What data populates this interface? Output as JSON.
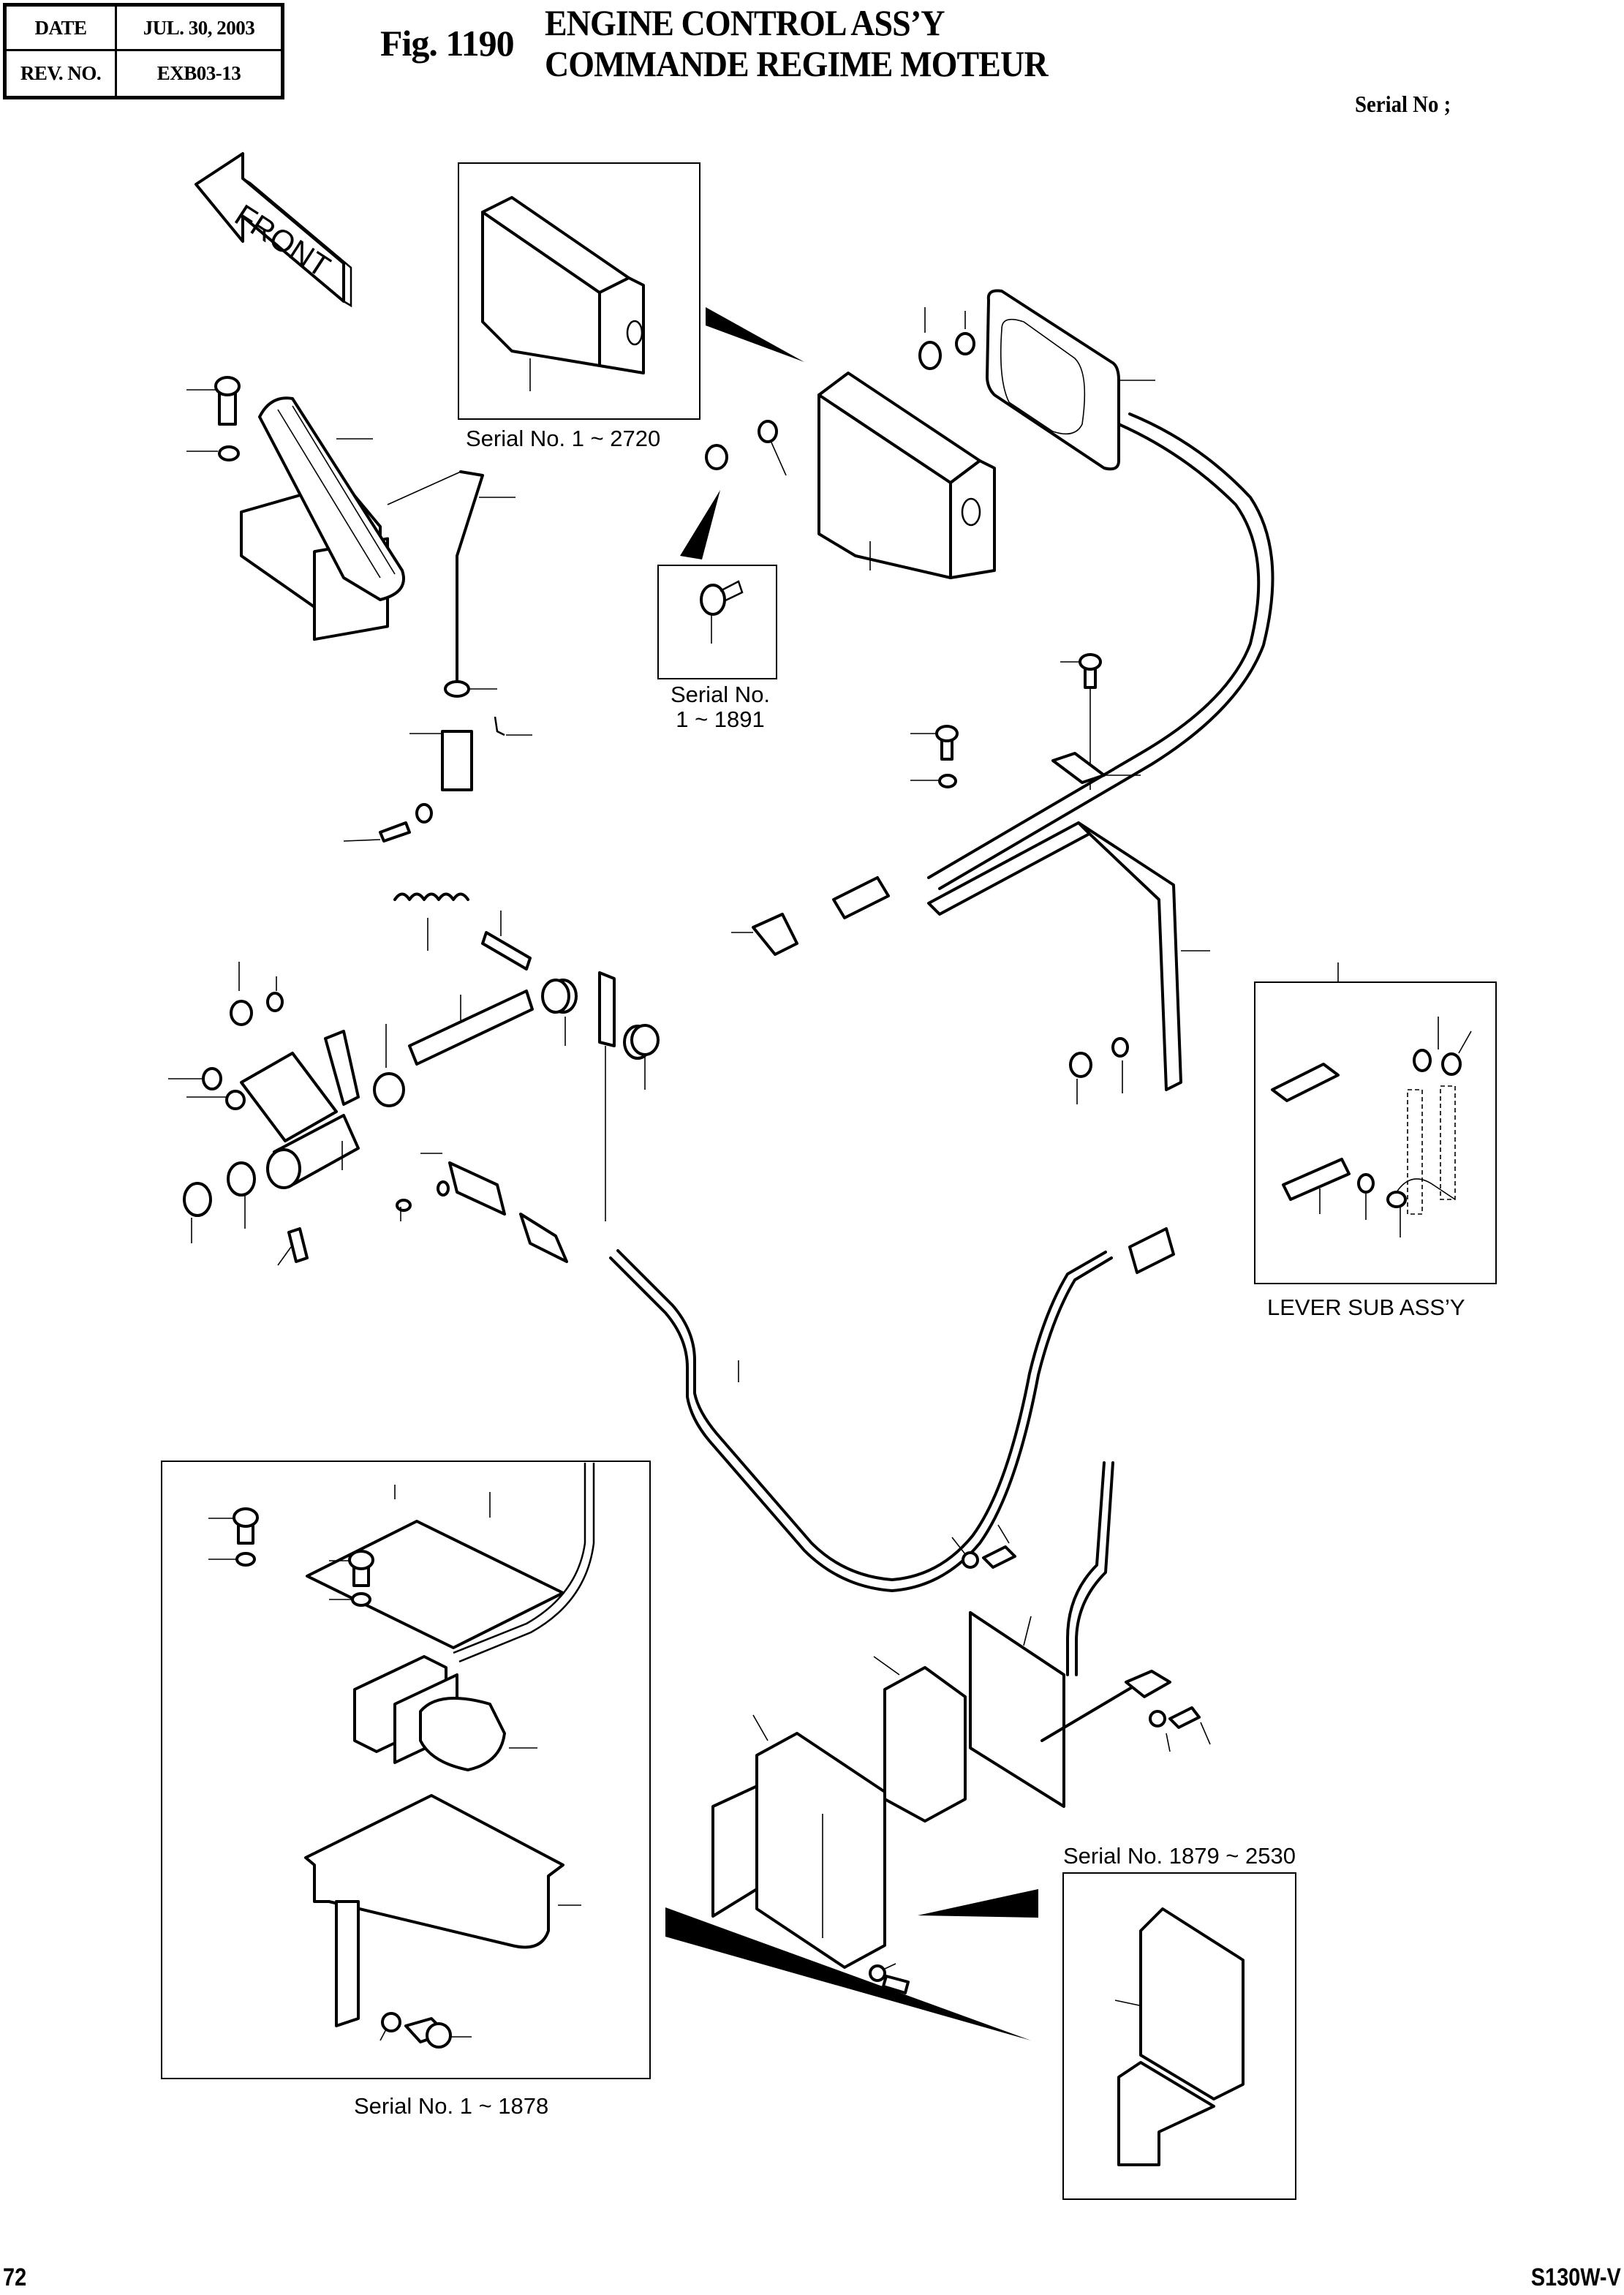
{
  "header": {
    "date_label": "DATE",
    "date_value": "JUL. 30, 2003",
    "rev_label": "REV. NO.",
    "rev_value": "EXB03-13",
    "figure_number": "Fig. 1190",
    "title_en": "ENGINE CONTROL ASS’Y",
    "title_fr": "COMMANDE REGIME MOTEUR",
    "serial_label": "Serial No ;"
  },
  "diagram": {
    "direction_arrow": "FRONT",
    "insets": [
      {
        "id": "cover-early",
        "caption": "Serial No. 1 ~ 2720"
      },
      {
        "id": "bolt-early",
        "caption_line1": "Serial No.",
        "caption_line2": "1 ~ 1891"
      },
      {
        "id": "lever-sub-assy",
        "caption": "LEVER SUB ASS’Y"
      },
      {
        "id": "motor-box-early",
        "caption": "Serial No. 1 ~ 1878"
      },
      {
        "id": "cover-mid",
        "caption": "Serial No. 1879 ~ 2530"
      }
    ],
    "parts_depicted": [
      "accelerator-pedal",
      "pedal-rod",
      "clevis",
      "spring",
      "lever-shaft",
      "bushing",
      "grease-nipple",
      "throttle-cable",
      "cable-bracket",
      "cable-clamp",
      "key-switch-plate",
      "cover",
      "bolt",
      "washer",
      "nut",
      "actuator-motor",
      "motor-bracket",
      "motor-cover",
      "connector"
    ]
  },
  "footer": {
    "page_number": "72",
    "model": "S130W-V"
  }
}
